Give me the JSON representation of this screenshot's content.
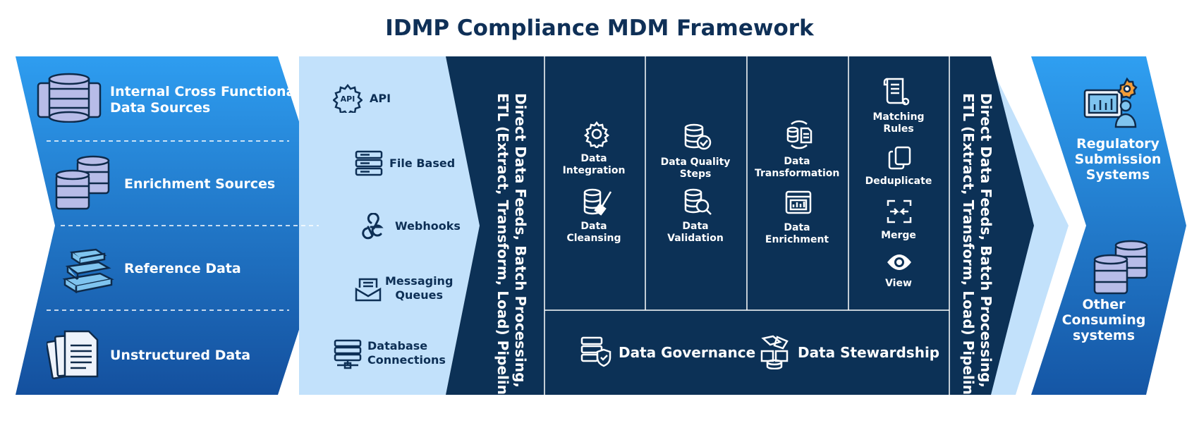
{
  "title": "IDMP Compliance MDM Framework",
  "sources": [
    {
      "label": "Internal Cross Functional\nData Sources",
      "icon": "database-stack-icon"
    },
    {
      "label": "Enrichment Sources",
      "icon": "databases-icon"
    },
    {
      "label": "Reference Data",
      "icon": "books-icon"
    },
    {
      "label": "Unstructured Data",
      "icon": "documents-icon"
    }
  ],
  "connectors": [
    {
      "label": "API",
      "icon": "api-gear-icon"
    },
    {
      "label": "File Based",
      "icon": "file-server-icon"
    },
    {
      "label": "Webhooks",
      "icon": "webhooks-icon"
    },
    {
      "label": "Messaging\nQueues",
      "icon": "message-tray-icon"
    },
    {
      "label": "Database\nConnections",
      "icon": "database-network-icon"
    }
  ],
  "pipeline_label": {
    "line1": "Direct Data Feeds, Batch Processing,",
    "line2": "ETL (Extract, Transform, Load) Pipelines"
  },
  "processes": [
    [
      {
        "label": "Data\nIntegration",
        "icon": "integration-gear-icon"
      },
      {
        "label": "Data\nCleansing",
        "icon": "database-broom-icon"
      }
    ],
    [
      {
        "label": "Data Quality\nSteps",
        "icon": "database-check-icon"
      },
      {
        "label": "Data\nValidation",
        "icon": "database-search-icon"
      }
    ],
    [
      {
        "label": "Data\nTransformation",
        "icon": "transform-icon"
      },
      {
        "label": "Data\nEnrichment",
        "icon": "enrichment-dashboard-icon"
      }
    ],
    [
      {
        "label": "Matching\nRules",
        "icon": "scroll-icon"
      },
      {
        "label": "Deduplicate",
        "icon": "copy-icon"
      },
      {
        "label": "Merge",
        "icon": "merge-icon"
      },
      {
        "label": "View",
        "icon": "eye-icon"
      }
    ]
  ],
  "governance": [
    {
      "label": "Data Governance",
      "icon": "server-shield-icon"
    },
    {
      "label": "Data Stewardship",
      "icon": "boxes-icon"
    }
  ],
  "outputs": [
    {
      "label": "Regulatory\nSubmission\nSystems",
      "icon": "regulatory-icon"
    },
    {
      "label": "Other\nConsuming\nsystems",
      "icon": "databases-icon"
    }
  ],
  "colors": {
    "title": "#0f3057",
    "navy": "#0c3156",
    "light_blue": "#c2e1fb",
    "blue_top": "#2d9bef",
    "blue_bottom": "#1552a0"
  }
}
